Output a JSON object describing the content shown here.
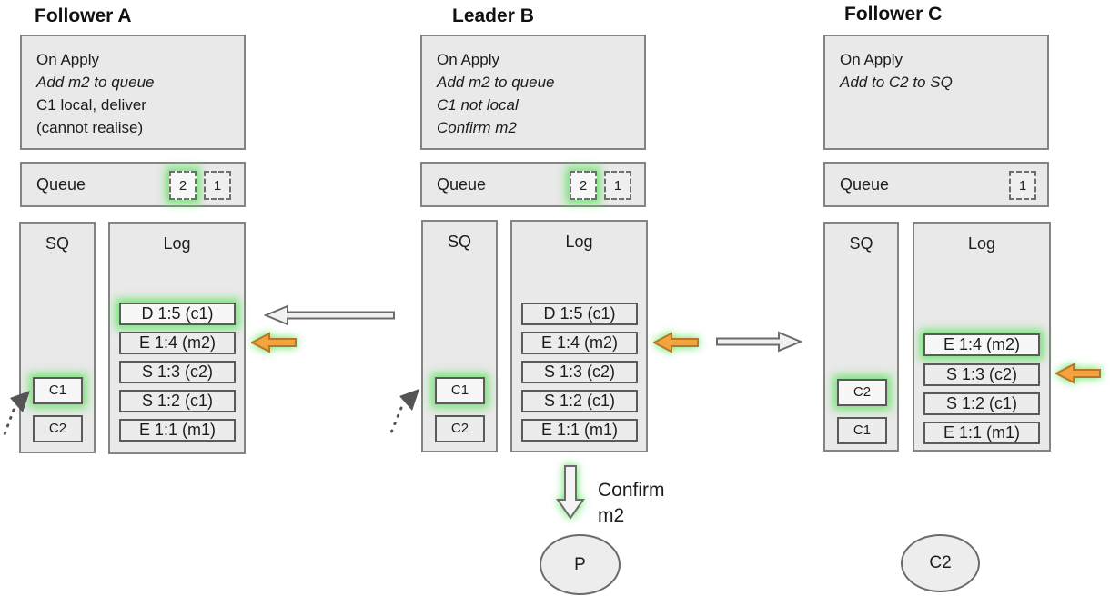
{
  "colors": {
    "box_fill": "#e9e9e9",
    "box_border": "#848484",
    "entry_border": "#5a5a5a",
    "highlight_green": "#5ee45e",
    "arrow_orange_fill": "#f5a33c",
    "arrow_orange_border": "#b5782a",
    "arrow_gray_fill": "#f1f1f1",
    "arrow_gray_border": "#6b6b6b"
  },
  "nodes": [
    {
      "title": "Follower A",
      "on_apply": {
        "lines": [
          "On Apply",
          "Add m2 to queue",
          "C1 local, deliver",
          "(cannot realise)"
        ]
      },
      "queue": {
        "label": "Queue",
        "slots": [
          "2",
          "1"
        ],
        "highlighted_slot": "2"
      },
      "sq": {
        "label": "SQ",
        "items": [
          "C1",
          "C2"
        ],
        "highlighted_item": "C1"
      },
      "log": {
        "label": "Log",
        "entries": [
          "D 1:5 (c1)",
          "E 1:4 (m2)",
          "S 1:3 (c2)",
          "S 1:2 (c1)",
          "E 1:1 (m1)"
        ],
        "highlighted_entry": "D 1:5 (c1)"
      }
    },
    {
      "title": "Leader B",
      "on_apply": {
        "lines": [
          "On Apply",
          "Add m2 to queue",
          "C1 not local",
          "Confirm m2"
        ]
      },
      "queue": {
        "label": "Queue",
        "slots": [
          "2",
          "1"
        ],
        "highlighted_slot": "2"
      },
      "sq": {
        "label": "SQ",
        "items": [
          "C1",
          "C2"
        ],
        "highlighted_item": "C1"
      },
      "log": {
        "label": "Log",
        "entries": [
          "D 1:5 (c1)",
          "E 1:4 (m2)",
          "S 1:3 (c2)",
          "S 1:2 (c1)",
          "E 1:1 (m1)"
        ],
        "highlighted_entry": ""
      }
    },
    {
      "title": "Follower C",
      "on_apply": {
        "lines": [
          "On Apply",
          "Add to C2 to SQ"
        ]
      },
      "queue": {
        "label": "Queue",
        "slots": [
          "1"
        ],
        "highlighted_slot": ""
      },
      "sq": {
        "label": "SQ",
        "items": [
          "C2",
          "C1"
        ],
        "highlighted_item": "C2"
      },
      "log": {
        "label": "Log",
        "entries": [
          "E 1:4 (m2)",
          "S 1:3 (c2)",
          "S 1:2 (c1)",
          "E 1:1 (m1)"
        ],
        "highlighted_entry": "E 1:4 (m2)"
      }
    }
  ],
  "confirm": {
    "lines": [
      "Confirm",
      "m2"
    ]
  },
  "clients": [
    {
      "label": "P"
    },
    {
      "label": "C2"
    }
  ]
}
